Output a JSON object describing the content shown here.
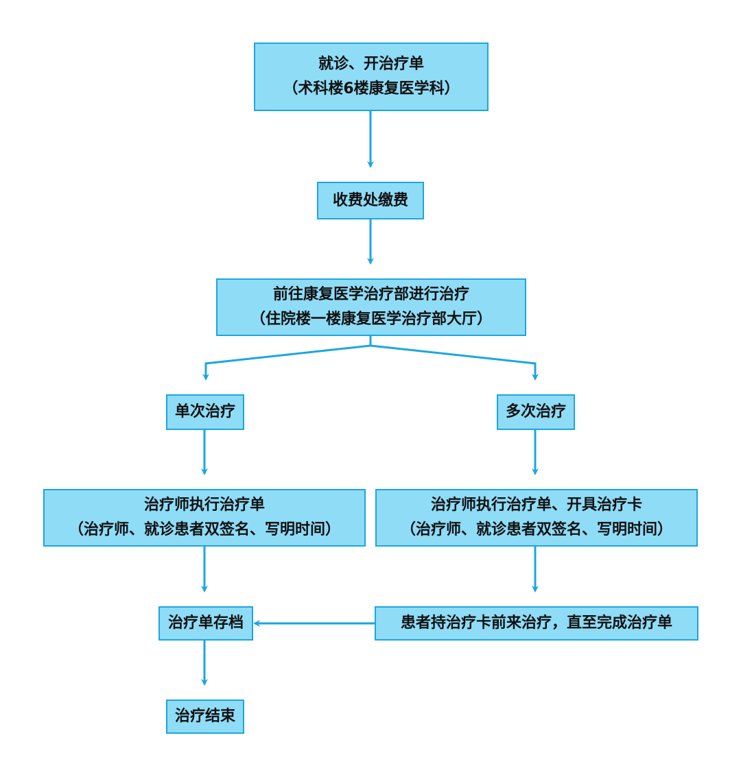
{
  "colors": {
    "box_fill": "#8fdcf7",
    "box_border": "#1ba6e0",
    "arrow": "#1ba6e0",
    "text": "#111111"
  },
  "nodes": {
    "consult": {
      "line1": "就诊、开治疗单",
      "line2": "（术科楼6楼康复医学科）"
    },
    "payment": {
      "line1": "收费处缴费"
    },
    "goto": {
      "line1": "前往康复医学治疗部进行治疗",
      "line2": "（住院楼一楼康复医学治疗部大厅）"
    },
    "single": {
      "line1": "单次治疗"
    },
    "multiple": {
      "line1": "多次治疗"
    },
    "exec_single": {
      "line1": "治疗师执行治疗单",
      "line2": "（治疗师、就诊患者双签名、写明时间）"
    },
    "exec_multi": {
      "line1": "治疗师执行治疗单、开具治疗卡",
      "line2": "（治疗师、就诊患者双签名、写明时间）"
    },
    "archive": {
      "line1": "治疗单存档"
    },
    "repeat": {
      "line1": "患者持治疗卡前来治疗，直至完成治疗单"
    },
    "end": {
      "line1": "治疗结束"
    }
  },
  "edges": [
    {
      "from": "consult",
      "to": "payment"
    },
    {
      "from": "payment",
      "to": "goto"
    },
    {
      "from": "goto",
      "to": "single"
    },
    {
      "from": "goto",
      "to": "multiple"
    },
    {
      "from": "single",
      "to": "exec_single"
    },
    {
      "from": "multiple",
      "to": "exec_multi"
    },
    {
      "from": "exec_single",
      "to": "archive"
    },
    {
      "from": "exec_multi",
      "to": "repeat"
    },
    {
      "from": "repeat",
      "to": "archive"
    },
    {
      "from": "archive",
      "to": "end"
    }
  ]
}
